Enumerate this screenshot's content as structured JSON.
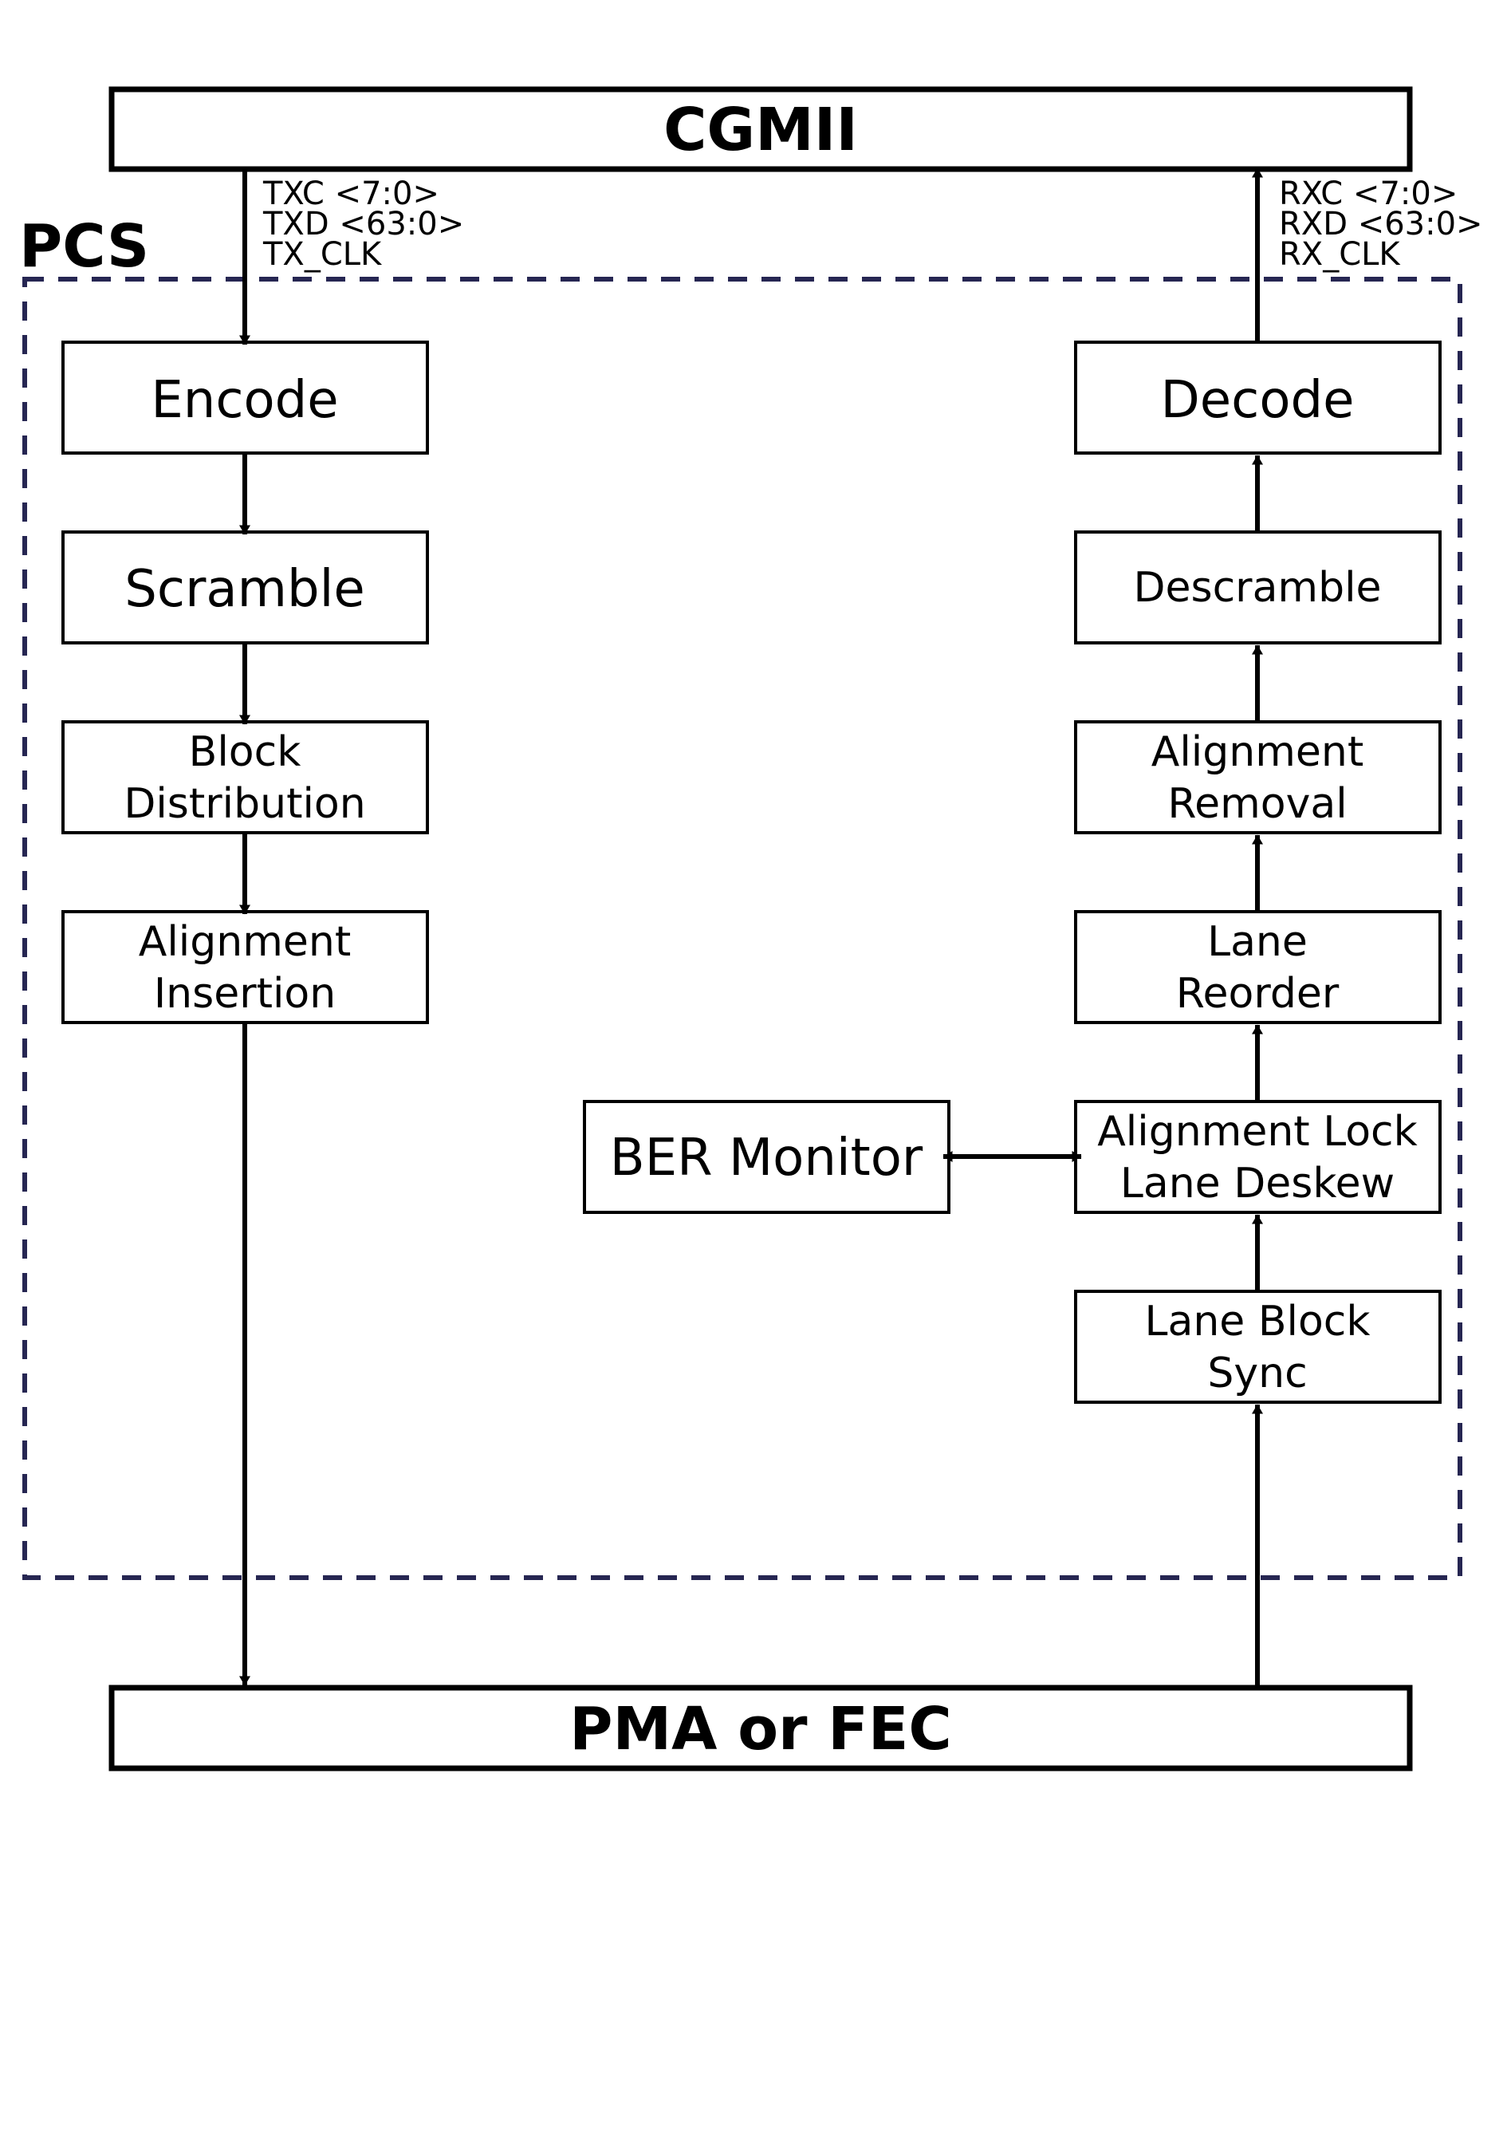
{
  "colors": {
    "line": "#000000",
    "pcs_border": "#262652",
    "background": "#ffffff"
  },
  "top_bus": {
    "label": "CGMII"
  },
  "bottom_bus": {
    "label": "PMA or FEC"
  },
  "pcs": {
    "label": "PCS"
  },
  "tx_signals": [
    "TXC <7:0>",
    "TXD <63:0>",
    "TX_CLK"
  ],
  "rx_signals": [
    "RXC <7:0>",
    "RXD <63:0>",
    "RX_CLK"
  ],
  "tx_chain": [
    {
      "id": "encode",
      "lines": [
        "Encode"
      ]
    },
    {
      "id": "scramble",
      "lines": [
        "Scramble"
      ]
    },
    {
      "id": "block-distribution",
      "lines": [
        "Block",
        "Distribution"
      ]
    },
    {
      "id": "alignment-insertion",
      "lines": [
        "Alignment",
        "Insertion"
      ]
    }
  ],
  "rx_chain": [
    {
      "id": "decode",
      "lines": [
        "Decode"
      ]
    },
    {
      "id": "descramble",
      "lines": [
        "Descramble"
      ]
    },
    {
      "id": "alignment-removal",
      "lines": [
        "Alignment",
        "Removal"
      ]
    },
    {
      "id": "lane-reorder",
      "lines": [
        "Lane",
        "Reorder"
      ]
    },
    {
      "id": "alignment-lock-lane-deskew",
      "lines": [
        "Alignment Lock",
        "Lane Deskew"
      ]
    },
    {
      "id": "lane-block-sync",
      "lines": [
        "Lane Block",
        "Sync"
      ]
    }
  ],
  "ber_monitor": {
    "lines": [
      "BER Monitor"
    ]
  }
}
